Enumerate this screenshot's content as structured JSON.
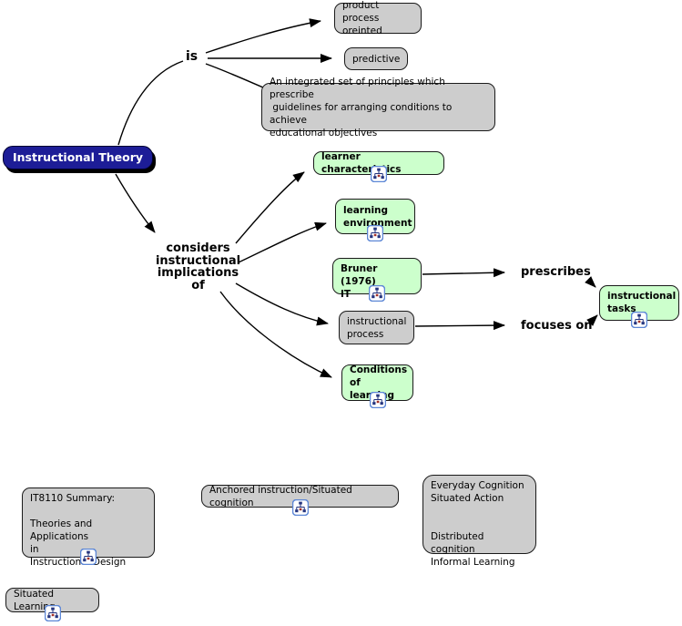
{
  "diagram": {
    "root": {
      "label": "Instructional Theory"
    },
    "edge_labels": {
      "is": "is",
      "considers": "considers\ninstructional\nimplications\nof",
      "prescribes": "prescribes",
      "focuses_on": "focuses on"
    },
    "nodes": {
      "product_process": {
        "label": "product process\noreinted",
        "style": "gray"
      },
      "predictive": {
        "label": "predictive",
        "style": "gray"
      },
      "definition": {
        "label": "An integrated set of principles which prescribe\n guidelines for arranging conditions to achieve\neducational objectives",
        "style": "gray"
      },
      "learner_characteristics": {
        "label": "learner characteristics",
        "style": "green",
        "icon": "sitemap-icon"
      },
      "learning_environment": {
        "label": "learning\nenvironment",
        "style": "green",
        "icon": "sitemap-icon"
      },
      "bruner": {
        "label": "Bruner (1976)\nIT",
        "style": "green",
        "icon": "sitemap-icon"
      },
      "instructional_process": {
        "label": "instructional\nprocess",
        "style": "gray"
      },
      "conditions_of_learning": {
        "label": "Conditions\nof learning",
        "style": "green",
        "icon": "sitemap-icon"
      },
      "instructional_tasks": {
        "label": "instructional\ntasks",
        "style": "green",
        "icon": "sitemap-icon"
      },
      "it8110_summary": {
        "label": "IT8110 Summary:\n\nTheories and Applications\nin\nInstructional Design",
        "style": "gray",
        "icon": "sitemap-icon"
      },
      "anchored_instruction": {
        "label": "Anchored instruction/Situated cognition",
        "style": "gray",
        "icon": "sitemap-icon"
      },
      "everyday_cognition": {
        "label": "Everyday Cognition\nSituated Action\n\n\nDistributed cognition\nInformal Learning",
        "style": "gray"
      },
      "situated_learning": {
        "label": "Situated Learning",
        "style": "gray",
        "icon": "sitemap-icon"
      }
    },
    "colors": {
      "root_bg": "#1d1d97",
      "green_node_bg": "#ccffcc",
      "gray_node_bg": "#cdcdcd",
      "node_border": "#1a1a1a",
      "connector": "#000000",
      "icon_border": "#5d87d6",
      "icon_glyph_blue": "#25357f",
      "icon_glyph_red": "#a33128"
    }
  }
}
